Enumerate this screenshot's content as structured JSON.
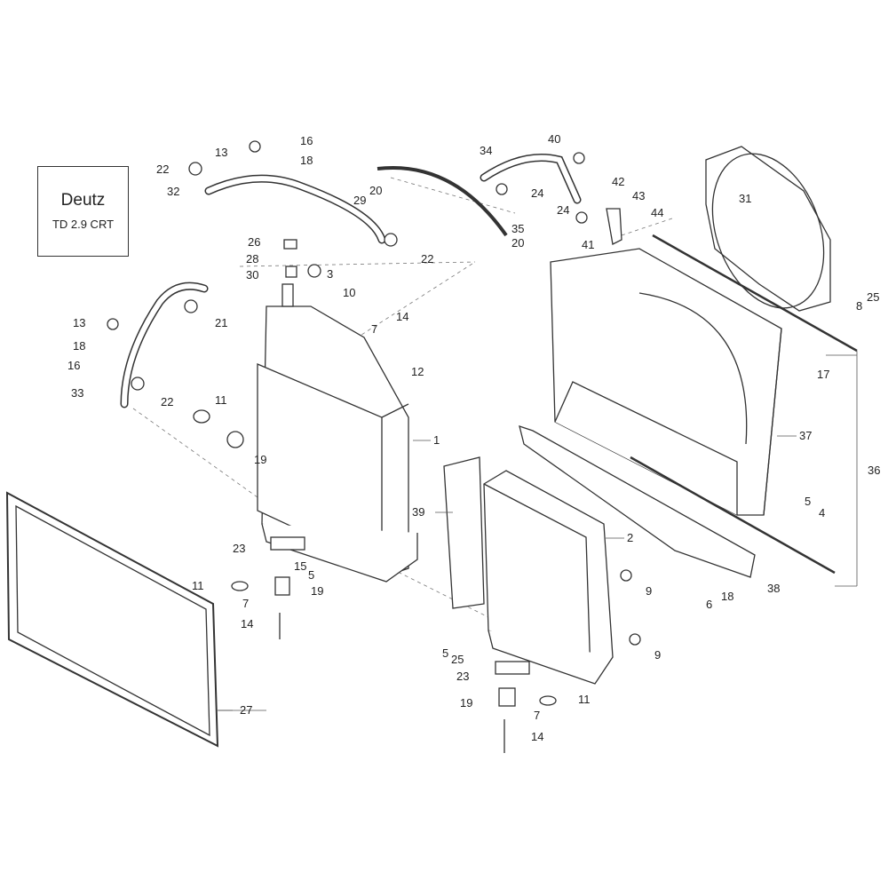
{
  "model_box": {
    "brand": "Deutz",
    "model": "TD 2.9 CRT"
  },
  "callouts": [
    "13",
    "16",
    "18",
    "22",
    "32",
    "29",
    "20",
    "22",
    "34",
    "40",
    "24",
    "24",
    "35",
    "20",
    "42",
    "43",
    "44",
    "41",
    "31",
    "25",
    "8",
    "26",
    "28",
    "30",
    "3",
    "10",
    "14",
    "7",
    "12",
    "13",
    "18",
    "16",
    "21",
    "33",
    "22",
    "11",
    "19",
    "1",
    "17",
    "37",
    "36",
    "39",
    "2",
    "5",
    "4",
    "38",
    "9",
    "18",
    "6",
    "9",
    "23",
    "15",
    "5",
    "11",
    "19",
    "7",
    "14",
    "27",
    "5",
    "25",
    "23",
    "19",
    "11",
    "7",
    "14"
  ]
}
